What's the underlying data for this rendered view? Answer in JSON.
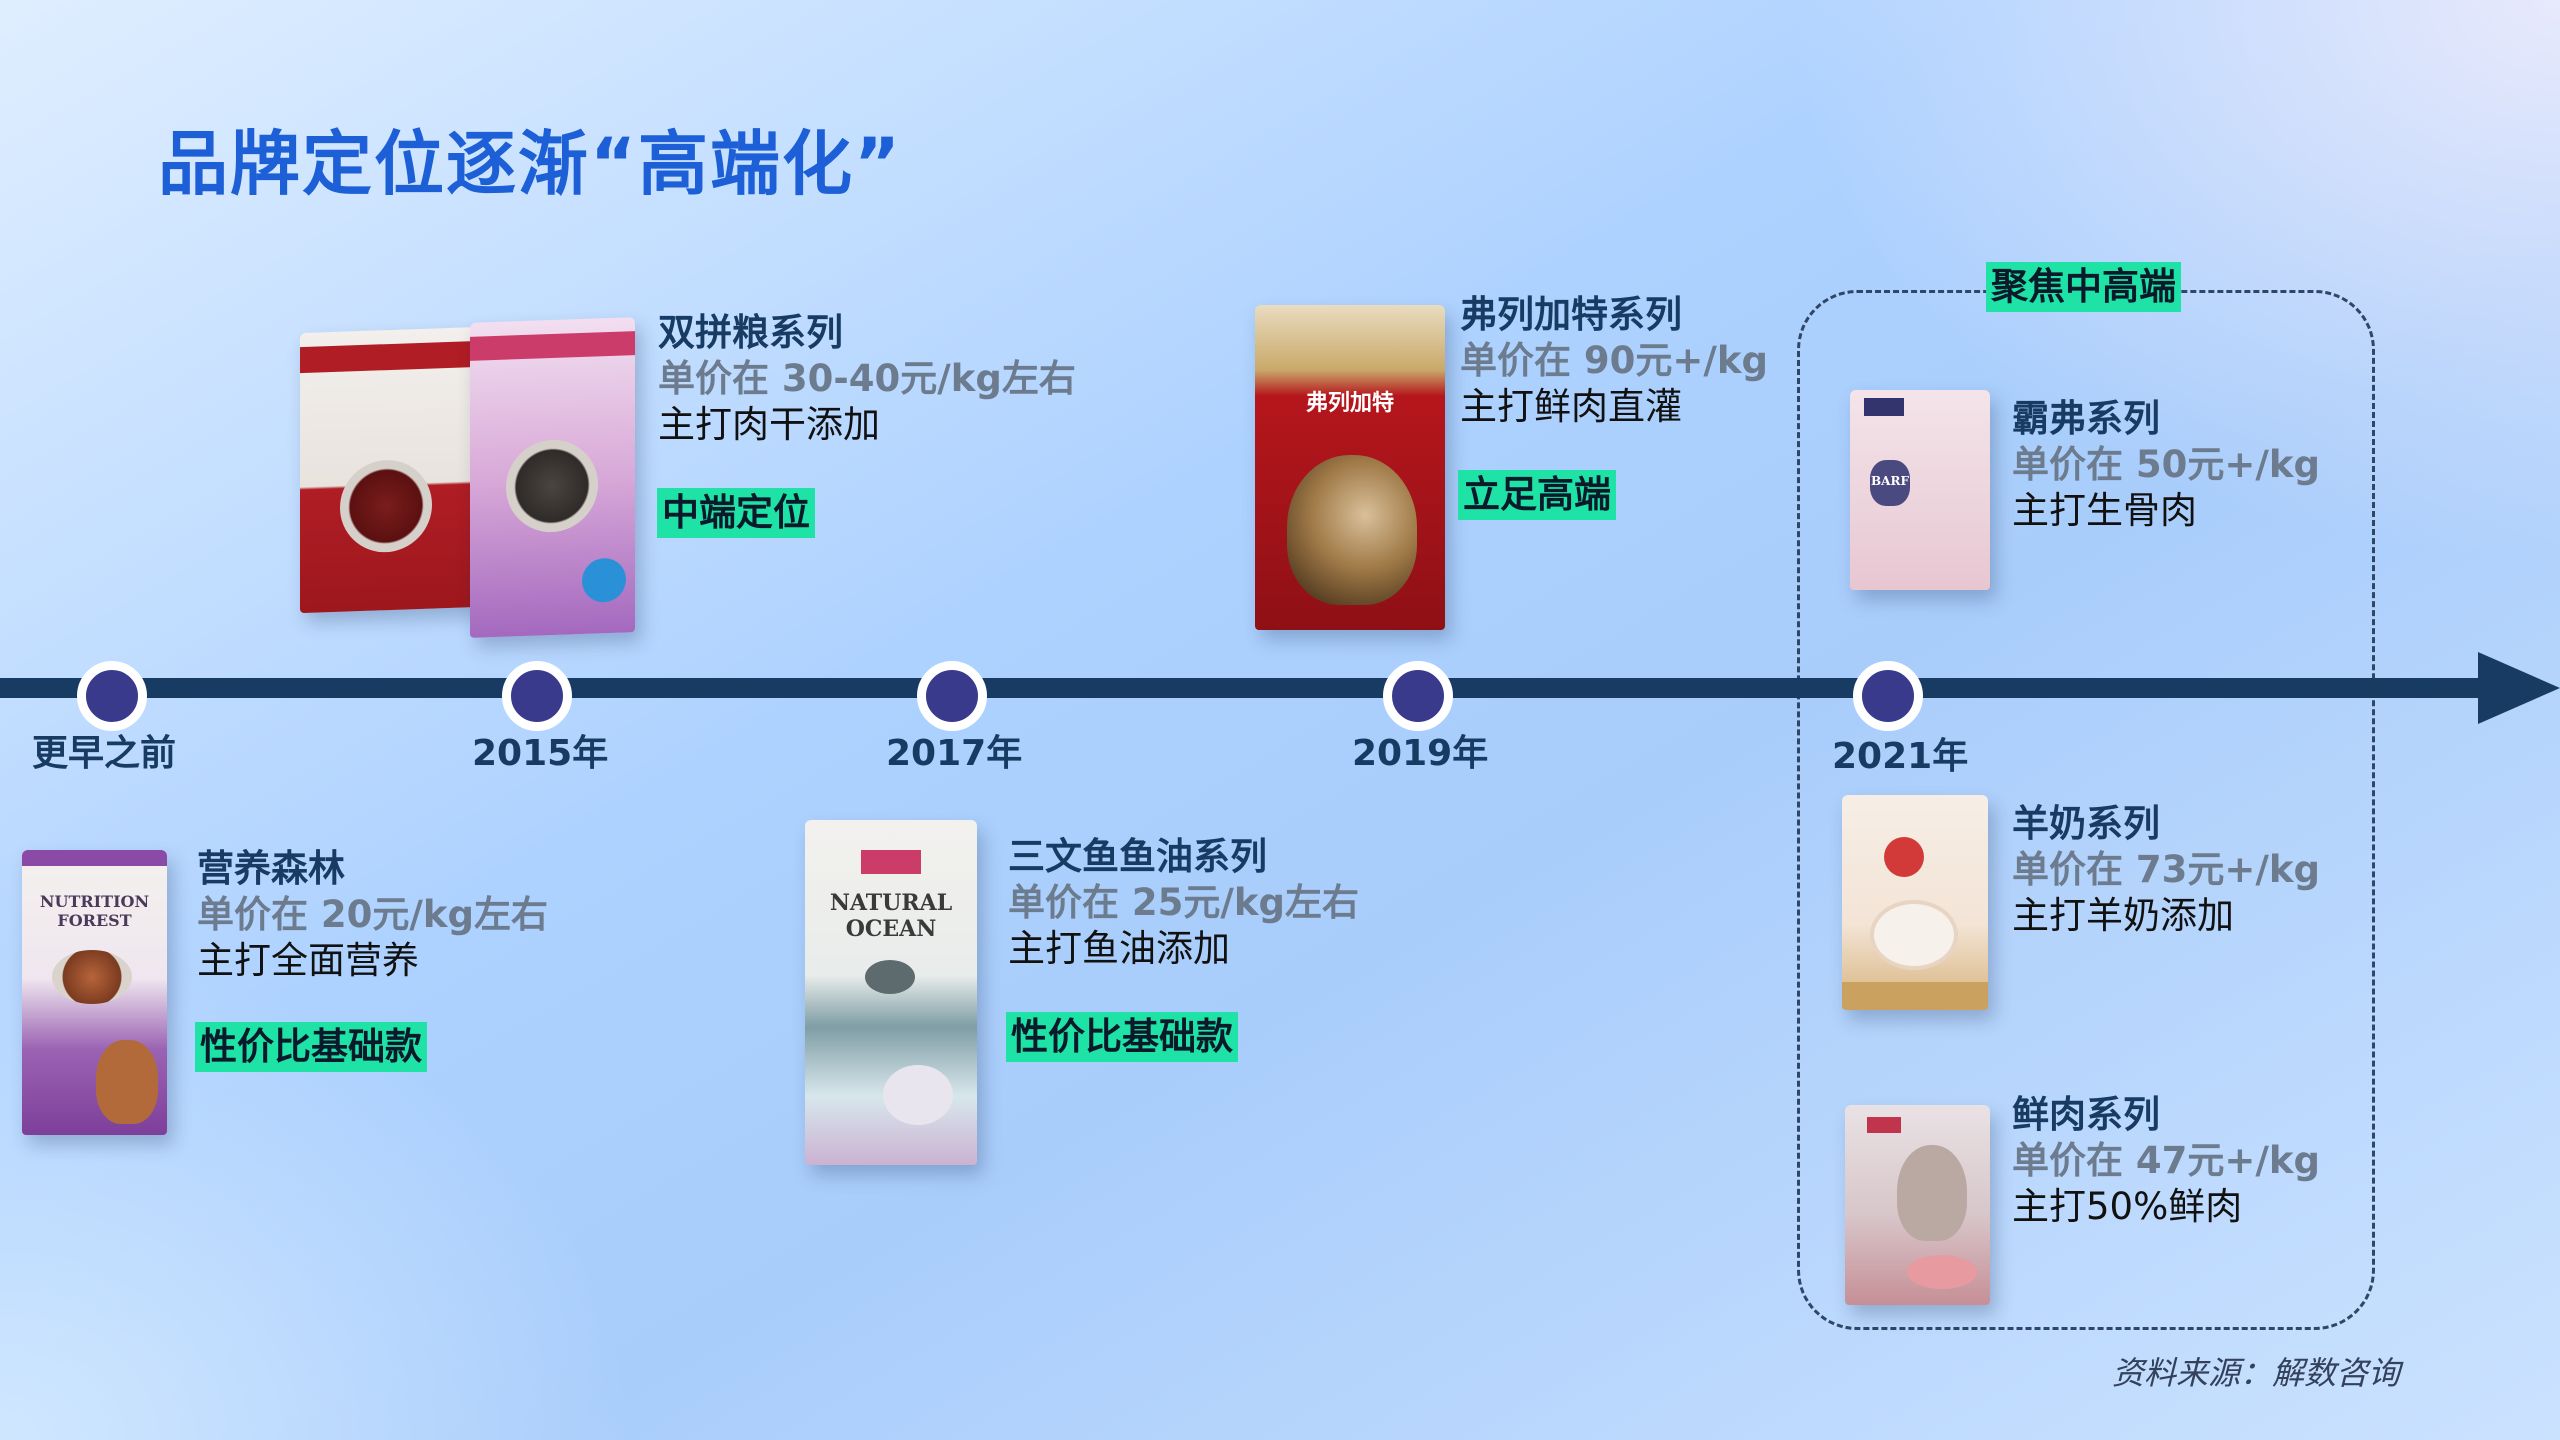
{
  "title": "品牌定位逐渐“高端化”",
  "timeline": {
    "nodes": [
      {
        "label": "更早之前"
      },
      {
        "label": "2015年"
      },
      {
        "label": "2017年"
      },
      {
        "label": "2019年"
      },
      {
        "label": "2021年"
      }
    ]
  },
  "products": {
    "nutrition_forest": {
      "name": "营养森林",
      "price": "单价在 20元/kg左右",
      "focus": "主打全面营养",
      "tag": "性价比基础款",
      "bag_text": "NUTRITION FOREST"
    },
    "double_mix": {
      "name": "双拼粮系列",
      "price": "单价在 30-40元/kg左右",
      "focus": "主打肉干添加",
      "tag": "中端定位"
    },
    "salmon_oil": {
      "name": "三文鱼鱼油系列",
      "price": "单价在 25元/kg左右",
      "focus": "主打鱼油添加",
      "tag": "性价比基础款",
      "bag_text": "NATURAL OCEAN"
    },
    "frontline": {
      "name": "弗列加特系列",
      "price": "单价在 90元+/kg",
      "focus": "主打鲜肉直灌",
      "tag": "立足高端",
      "bag_text": "弗列加特"
    },
    "barf": {
      "name": "霸弗系列",
      "price": "单价在 50元+/kg",
      "focus": "主打生骨肉",
      "bag_text": "BARF"
    },
    "goat_milk": {
      "name": "羊奶系列",
      "price": "单价在 73元+/kg",
      "focus": "主打羊奶添加"
    },
    "fresh_meat": {
      "name": "鲜肉系列",
      "price": "单价在 47元+/kg",
      "focus": "主打50%鲜肉"
    }
  },
  "focus_box": {
    "tag": "聚焦中高端"
  },
  "source": "资料来源：解数咨询",
  "colors": {
    "title": "#1d5fd6",
    "timeline": "#173b63",
    "node": "#3a3a8c",
    "tag_bg": "#1fe2a6"
  }
}
